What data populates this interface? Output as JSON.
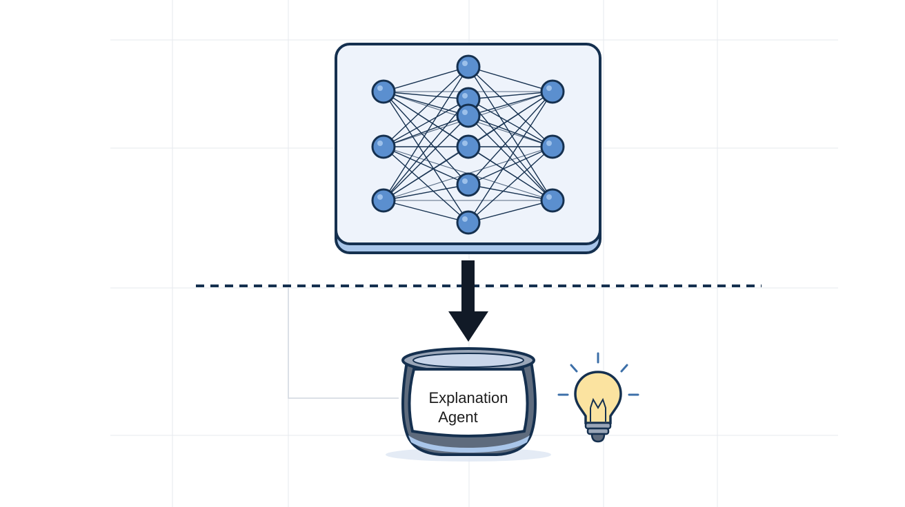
{
  "diagram": {
    "agent": {
      "label_line1": "Explanation",
      "label_line2": "Agent"
    },
    "network": {
      "layers": [
        3,
        6,
        3
      ]
    },
    "colors": {
      "outline": "#15304f",
      "node_fill": "#5b8fcf",
      "panel_fill": "#eef3fb",
      "panel_shadow": "#a9c6ea",
      "grid": "#e6e9ee",
      "bulb": "#fbe3a0",
      "bulb_ray": "#3c6fa8",
      "pot_fill": "#5e6b7d"
    },
    "icons": [
      "neural-network-icon",
      "arrow-down-icon",
      "container-icon",
      "lightbulb-icon"
    ]
  }
}
